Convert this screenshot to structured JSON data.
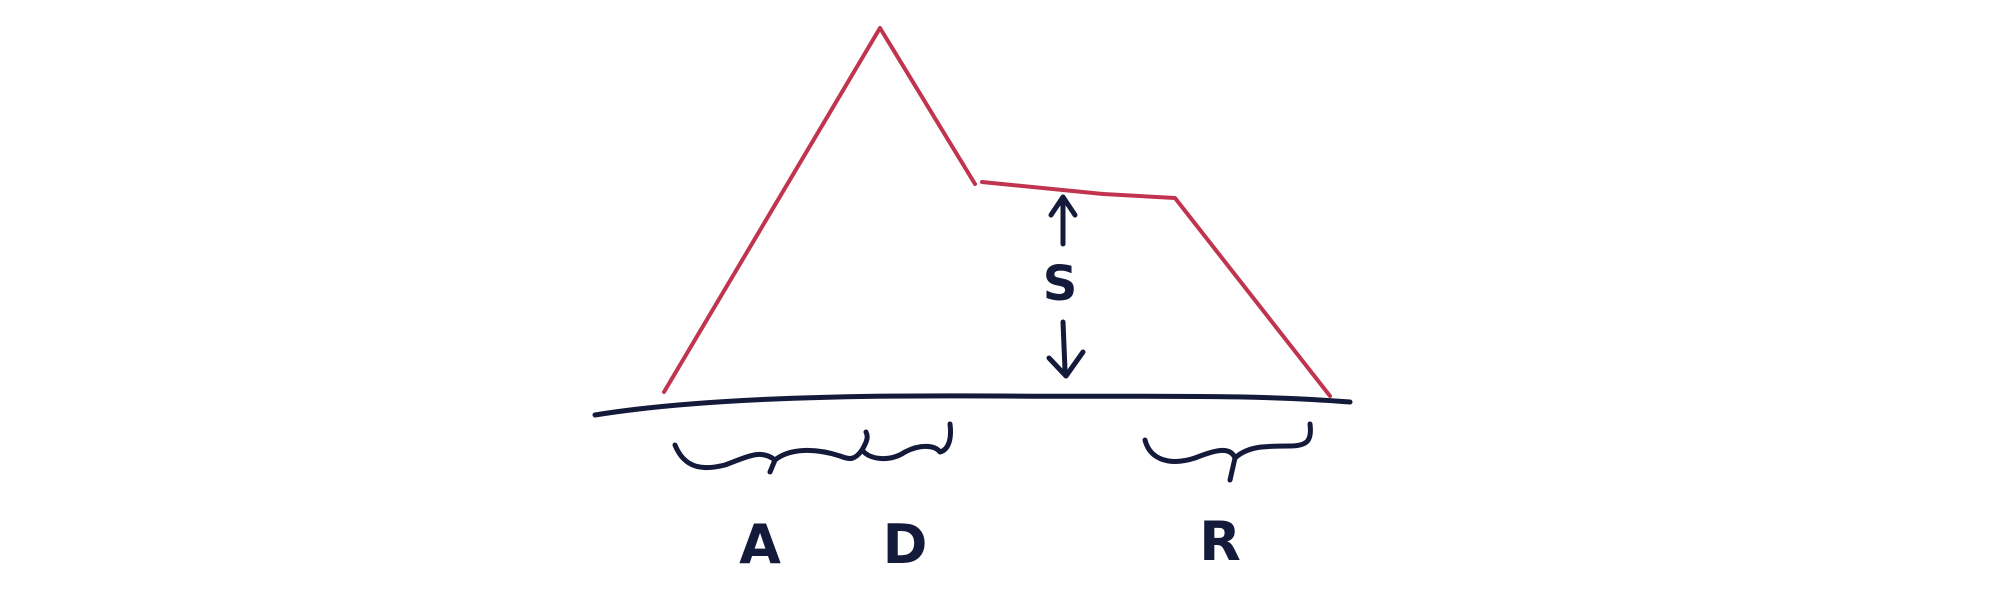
{
  "colors": {
    "envelope": "#c0344f",
    "ink": "#141a3a",
    "background": "#ffffff"
  },
  "labels": {
    "sustain": "S",
    "attack": "A",
    "decay": "D",
    "release": "R"
  }
}
